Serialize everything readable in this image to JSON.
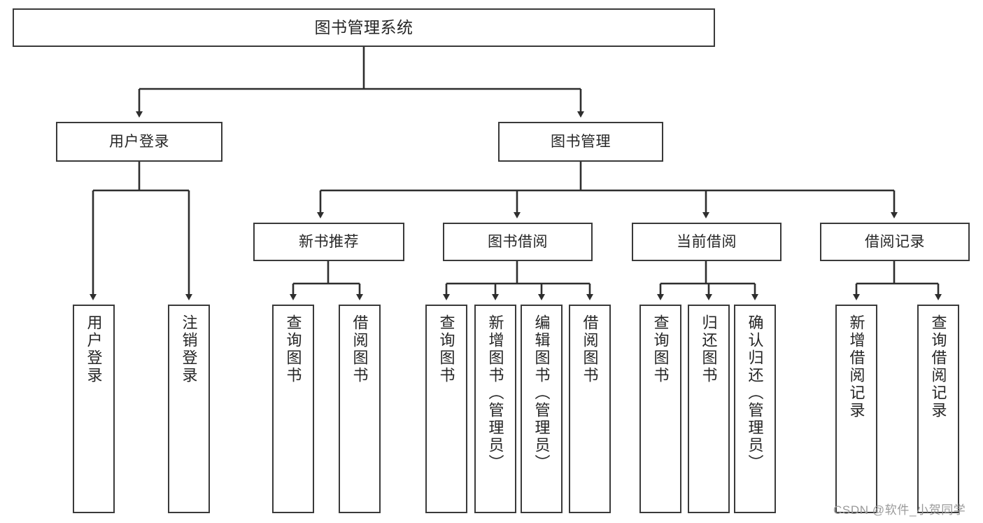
{
  "diagram": {
    "title": "图书管理系统",
    "type": "hierarchy-tree",
    "watermark": "CSDN @软件_小贺同学",
    "colors": {
      "border": "#3a3a3a",
      "text": "#262626",
      "background": "#ffffff",
      "watermark": "#9a9a9a"
    },
    "nodes": {
      "root": {
        "label": "图书管理系统"
      },
      "level2": [
        {
          "id": "user-login",
          "label": "用户登录"
        },
        {
          "id": "book-manage",
          "label": "图书管理"
        }
      ],
      "level3": [
        {
          "id": "new-book-recommend",
          "label": "新书推荐"
        },
        {
          "id": "book-borrow",
          "label": "图书借阅"
        },
        {
          "id": "current-borrow",
          "label": "当前借阅"
        },
        {
          "id": "borrow-record",
          "label": "借阅记录"
        }
      ],
      "leaves": {
        "user_login": [
          {
            "id": "leaf-user-login",
            "label": "用户登录"
          },
          {
            "id": "leaf-logout",
            "label": "注销登录"
          }
        ],
        "new_book_recommend": [
          {
            "id": "leaf-query-book-1",
            "label": "查询图书"
          },
          {
            "id": "leaf-borrow-book-1",
            "label": "借阅图书"
          }
        ],
        "book_borrow": [
          {
            "id": "leaf-query-book-2",
            "label": "查询图书"
          },
          {
            "id": "leaf-add-book",
            "label": "新增图书（管理员）"
          },
          {
            "id": "leaf-edit-book",
            "label": "编辑图书（管理员）"
          },
          {
            "id": "leaf-borrow-book-2",
            "label": "借阅图书"
          }
        ],
        "current_borrow": [
          {
            "id": "leaf-query-book-3",
            "label": "查询图书"
          },
          {
            "id": "leaf-return-book",
            "label": "归还图书"
          },
          {
            "id": "leaf-confirm-return",
            "label": "确认归还（管理员）"
          }
        ],
        "borrow_record": [
          {
            "id": "leaf-add-record",
            "label": "新增借阅记录"
          },
          {
            "id": "leaf-query-record",
            "label": "查询借阅记录"
          }
        ]
      }
    }
  }
}
